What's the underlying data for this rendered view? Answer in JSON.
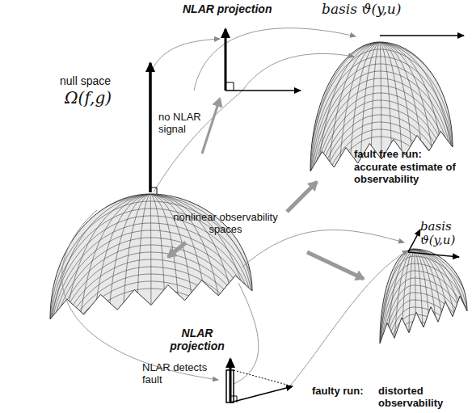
{
  "diagram": {
    "labels": [
      "NLAR projection",
      "basis ϑ(y,u)",
      "null space",
      "Ω(f,g)",
      "no NLAR signal",
      "fault free run:",
      "accurate estimate of observability",
      "nonlinear observability spaces",
      "NLAR projection",
      "NLAR detects fault",
      "basis ϑ(y,u)",
      "faulty run:",
      "distorted observability"
    ]
  }
}
